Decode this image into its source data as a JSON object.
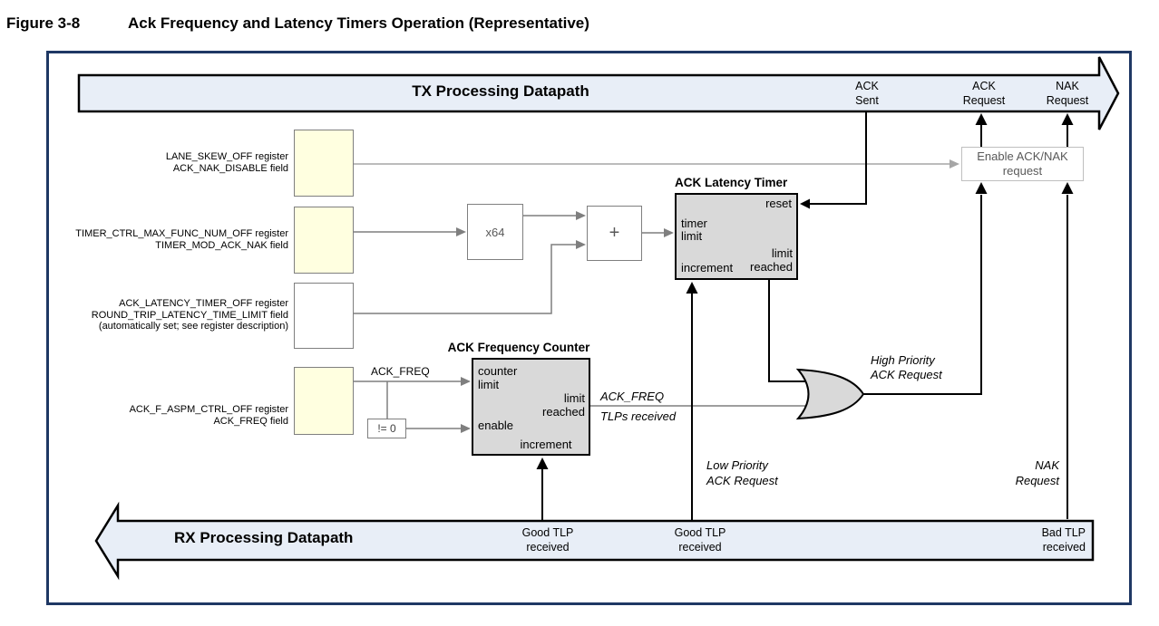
{
  "figure": {
    "number": "Figure 3-8",
    "title": "Ack Frequency and Latency Timers Operation (Representative)"
  },
  "tx_datapath": {
    "label": "TX Processing Datapath",
    "ack_sent": "ACK\nSent",
    "ack_request": "ACK\nRequest",
    "nak_request": "NAK\nRequest"
  },
  "rx_datapath": {
    "label": "RX Processing Datapath",
    "good_tlp_counter": "Good TLP\nreceived",
    "good_tlp_timer": "Good TLP\nreceived",
    "bad_tlp": "Bad TLP\nreceived"
  },
  "registers": [
    {
      "label": "LANE_SKEW_OFF register\nACK_NAK_DISABLE field"
    },
    {
      "label": "TIMER_CTRL_MAX_FUNC_NUM_OFF register\nTIMER_MOD_ACK_NAK field"
    },
    {
      "label": "ACK_LATENCY_TIMER_OFF register\nROUND_TRIP_LATENCY_TIME_LIMIT field\n(automatically set; see register description)"
    },
    {
      "label": "ACK_F_ASPM_CTRL_OFF register\nACK_FREQ field"
    }
  ],
  "blocks": {
    "multiplier": {
      "label": "x64"
    },
    "adder": {
      "label": "+"
    },
    "not_zero": {
      "label": "!= 0"
    },
    "enable_ack_nak": {
      "label": "Enable ACK/NAK\nrequest"
    },
    "ack_latency_timer": {
      "title": "ACK Latency Timer",
      "reset": "reset",
      "timer_limit": "timer\nlimit",
      "limit_reached": "limit\nreached",
      "increment": "increment"
    },
    "ack_frequency_counter": {
      "title": "ACK Frequency Counter",
      "counter_limit": "counter\nlimit",
      "limit_reached": "limit\nreached",
      "enable": "enable",
      "increment": "increment"
    }
  },
  "signals": {
    "ack_freq_wire": "ACK_FREQ",
    "counter_out_top": "ACK_FREQ",
    "counter_out_bottom": "TLPs received",
    "high_priority": "High Priority\nACK Request",
    "low_priority": "Low Priority\nACK Request",
    "nak_request": "NAK\nRequest"
  },
  "colors": {
    "frame": "#1f3864",
    "datapath_fill": "#e8eef7",
    "register_fill": "#ffffe0",
    "block_fill": "#d9d9d9",
    "wire_gray": "#7f7f7f",
    "wire_light_gray": "#a6a6a6",
    "wire_black": "#000000"
  }
}
